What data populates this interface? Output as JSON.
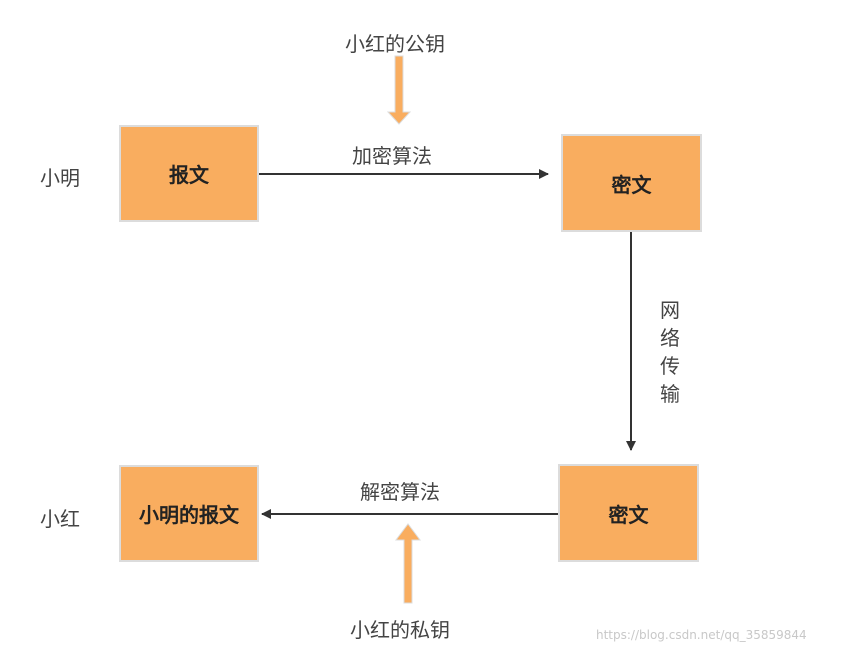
{
  "nodes": {
    "sender_name": "小明",
    "receiver_name": "小红",
    "plaintext": "报文",
    "ciphertext_top": "密文",
    "ciphertext_bottom": "密文",
    "decrypted": "小明的报文"
  },
  "edges": {
    "encrypt_label": "加密算法",
    "transmit_chars": [
      "网",
      "络",
      "传",
      "输"
    ],
    "decrypt_label": "解密算法"
  },
  "keys": {
    "public_key": "小红的公钥",
    "private_key": "小红的私钥"
  },
  "watermark": "https://blog.csdn.net/qq_35859844",
  "colors": {
    "box_fill": "#f9ad5f",
    "box_border": "#dcdcdc",
    "arrow": "#333333",
    "key_arrow": "#f9ad5f"
  }
}
